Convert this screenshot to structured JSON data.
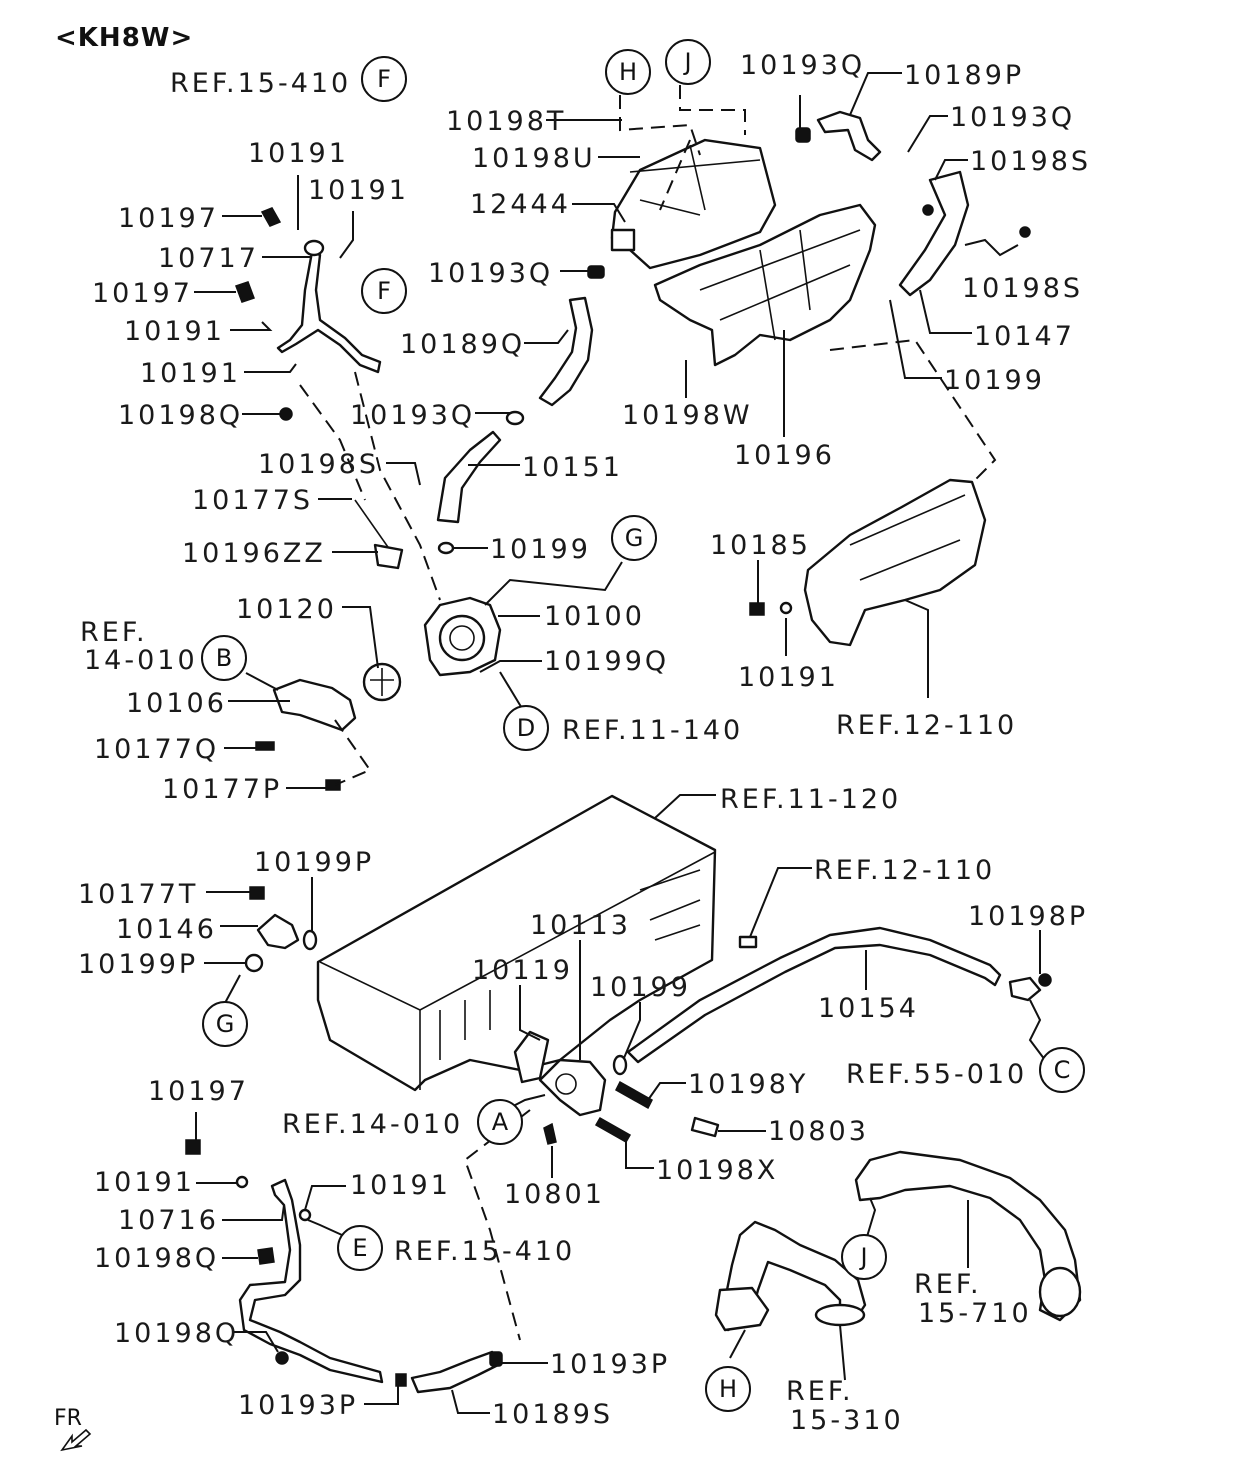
{
  "header": {
    "model_code": "<KH8W>"
  },
  "orientation": {
    "label": "FR"
  },
  "labels": {
    "l_10193Q_top": "10193Q",
    "l_10189P": "10189P",
    "l_10193Q_r": "10193Q",
    "l_10198S_tr": "10198S",
    "l_ref15410_top": "REF.15-410",
    "l_10198T": "10198T",
    "l_10198U": "10198U",
    "l_12444": "12444",
    "l_10191_a": "10191",
    "l_10191_b": "10191",
    "l_10197_a": "10197",
    "l_10717": "10717",
    "l_10197_b": "10197",
    "l_10191_c": "10191",
    "l_10191_d": "10191",
    "l_10198Q_a": "10198Q",
    "l_10193Q_m": "10193Q",
    "l_10189Q": "10189Q",
    "l_10193Q_l": "10193Q",
    "l_10198S_r2": "10198S",
    "l_10147": "10147",
    "l_10199_r": "10199",
    "l_10198W": "10198W",
    "l_10196": "10196",
    "l_10198S_m": "10198S",
    "l_10151": "10151",
    "l_10177S": "10177S",
    "l_10196ZZ": "10196ZZ",
    "l_10199_m": "10199",
    "l_10185": "10185",
    "l_10191_e": "10191",
    "l_10120": "10120",
    "l_10100": "10100",
    "l_ref_a": "REF.",
    "l_ref_b": "14-010",
    "l_10199Q": "10199Q",
    "l_10106": "10106",
    "l_ref11140": "REF.11-140",
    "l_ref12110_a": "REF.12-110",
    "l_10177Q": "10177Q",
    "l_10177P": "10177P",
    "l_ref11120": "REF.11-120",
    "l_10199P_a": "10199P",
    "l_ref12110_b": "REF.12-110",
    "l_10177T": "10177T",
    "l_10146": "10146",
    "l_10113": "10113",
    "l_10198P": "10198P",
    "l_10199P_b": "10199P",
    "l_10119": "10119",
    "l_10199_b": "10199",
    "l_10154": "10154",
    "l_ref55010": "REF.55-010",
    "l_10198Y": "10198Y",
    "l_10197_c": "10197",
    "l_ref14010": "REF.14-010",
    "l_10803": "10803",
    "l_10198X": "10198X",
    "l_10191_f": "10191",
    "l_10191_g": "10191",
    "l_10801": "10801",
    "l_10716": "10716",
    "l_10198Q_b": "10198Q",
    "l_ref15410_b": "REF.15-410",
    "l_ref15710_a": "REF.",
    "l_ref15710_b": "15-710",
    "l_10198Q_c": "10198Q",
    "l_10193P_a": "10193P",
    "l_10193P_b": "10193P",
    "l_10189S": "10189S",
    "l_ref15310_a": "REF.",
    "l_ref15310_b": "15-310"
  },
  "callouts": {
    "c_H_top": "H",
    "c_J_top": "J",
    "c_F_top": "F",
    "c_F_mid": "F",
    "c_G_mid": "G",
    "c_B": "B",
    "c_D": "D",
    "c_G_low": "G",
    "c_C": "C",
    "c_A": "A",
    "c_E": "E",
    "c_J_low": "J",
    "c_H_low": "H"
  }
}
